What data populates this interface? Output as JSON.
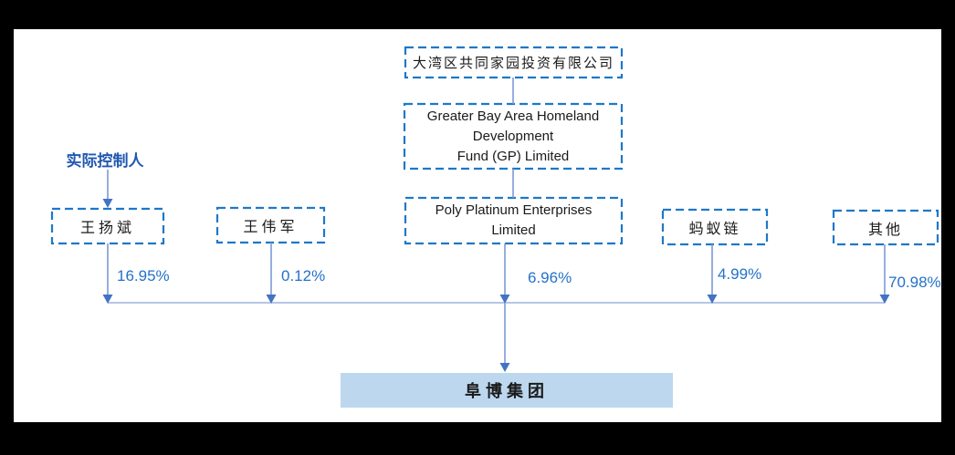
{
  "diagram": {
    "controller_label": "实际控制人",
    "parent_chain": [
      {
        "name": "大湾区共同家园投资有限公司"
      },
      {
        "name": "Greater Bay Area Homeland Development Fund (GP) Limited",
        "lines": [
          "Greater Bay Area Homeland",
          "Development",
          "Fund (GP) Limited"
        ]
      },
      {
        "name": "Poly Platinum Enterprises Limited",
        "lines": [
          "Poly Platinum Enterprises",
          "Limited"
        ]
      }
    ],
    "shareholders": [
      {
        "name": "王扬斌",
        "percent": "16.95%"
      },
      {
        "name": "王伟军",
        "percent": "0.12%"
      },
      {
        "name": "Poly Platinum Enterprises Limited",
        "percent": "6.96%"
      },
      {
        "name": "蚂蚁链",
        "percent": "4.99%"
      },
      {
        "name": "其他",
        "percent": "70.98%"
      }
    ],
    "company": {
      "name": "阜博集团"
    },
    "colors": {
      "box_border": "#1E78C8",
      "percent_text": "#2472C8",
      "controller_text": "#2058B0",
      "connector_line": "#7C99D6",
      "rail_line": "#9FB3DE",
      "arrowhead": "#4472C4",
      "company_fill": "#BDD7EE",
      "frame": "#000000",
      "canvas": "#FFFFFF"
    }
  }
}
